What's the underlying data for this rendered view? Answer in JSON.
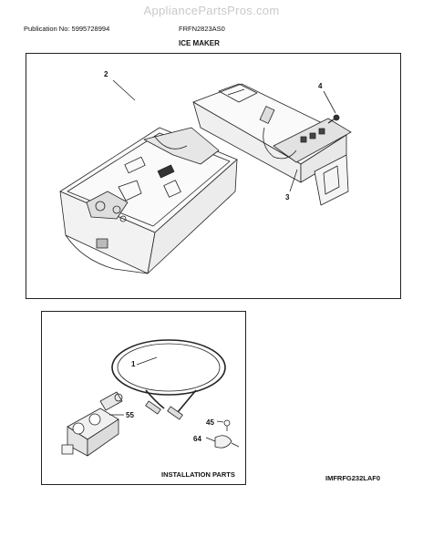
{
  "header": {
    "watermark": "AppliancePartsPros.com",
    "publication": "Publication No: 5995728994",
    "model": "FRFN2823AS0",
    "section": "ICE MAKER"
  },
  "callouts": {
    "bin": "2",
    "screw": "4",
    "icemaker": "3",
    "tubing": "1",
    "valve": "55",
    "screw_small": "45",
    "clamp": "64"
  },
  "footer": {
    "installation_label": "INSTALLATION PARTS",
    "diagram_code": "IMFRFG232LAF0"
  }
}
